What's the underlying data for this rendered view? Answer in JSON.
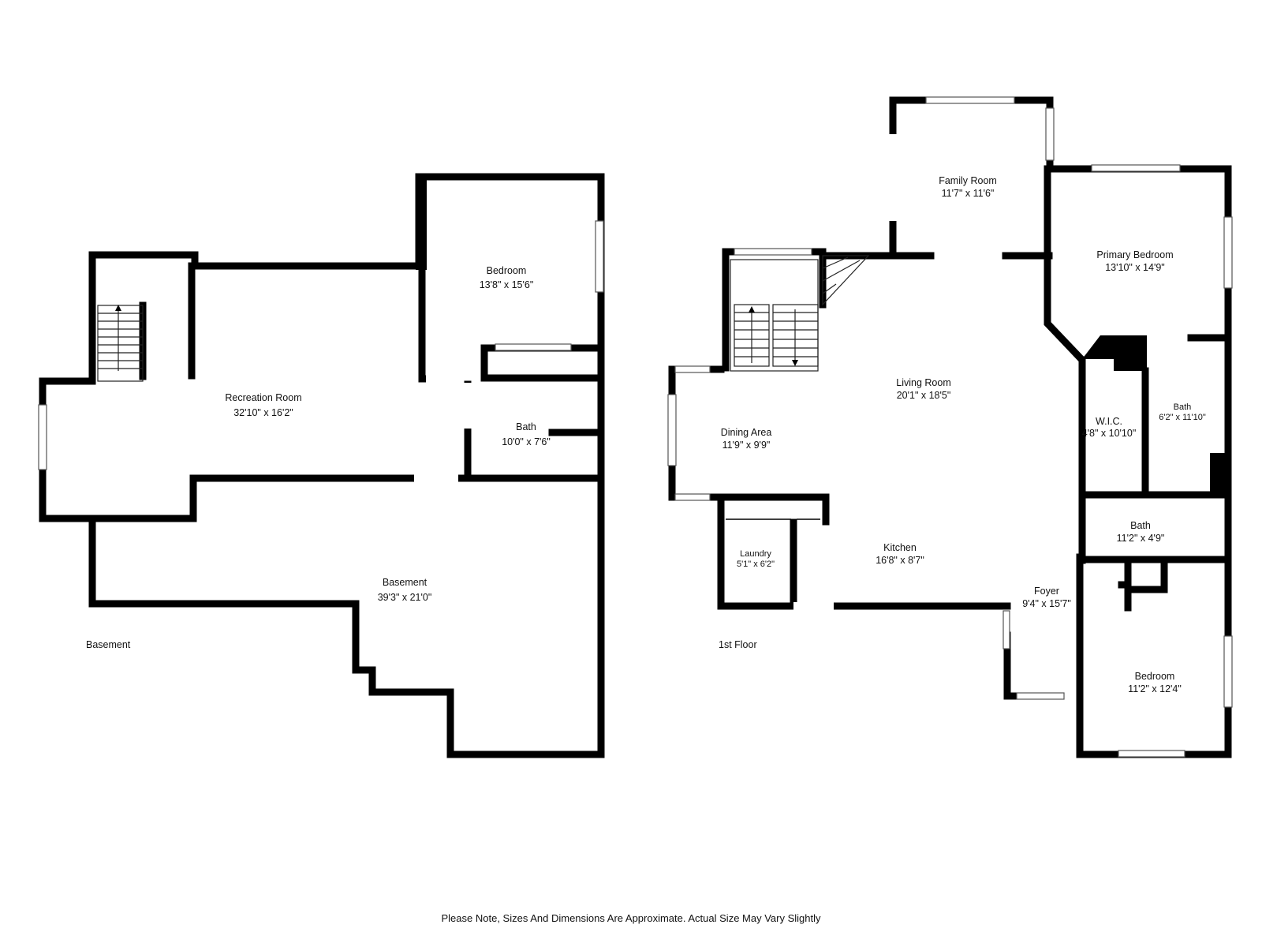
{
  "floors": [
    {
      "label": "Basement",
      "rooms": [
        {
          "name": "Bedroom",
          "dims": "13'8\" x 15'6\""
        },
        {
          "name": "Recreation Room",
          "dims": "32'10\" x 16'2\""
        },
        {
          "name": "Bath",
          "dims": "10'0\" x 7'6\""
        },
        {
          "name": "Basement",
          "dims": "39'3\" x 21'0\""
        }
      ]
    },
    {
      "label": "1st Floor",
      "rooms": [
        {
          "name": "Family Room",
          "dims": "11'7\" x 11'6\""
        },
        {
          "name": "Primary Bedroom",
          "dims": "13'10\" x 14'9\""
        },
        {
          "name": "Living Room",
          "dims": "20'1\" x 18'5\""
        },
        {
          "name": "Dining Area",
          "dims": "11'9\" x 9'9\""
        },
        {
          "name": "W.I.C.",
          "dims": "4'8\" x 10'10\""
        },
        {
          "name": "Bath",
          "dims": "6'2\" x 11'10\""
        },
        {
          "name": "Bath",
          "dims": "11'2\" x 4'9\""
        },
        {
          "name": "Laundry",
          "dims": "5'1\" x 6'2\""
        },
        {
          "name": "Kitchen",
          "dims": "16'8\" x 8'7\""
        },
        {
          "name": "Foyer",
          "dims": "9'4\" x 15'7\""
        },
        {
          "name": "Bedroom",
          "dims": "11'2\" x 12'4\""
        }
      ]
    }
  ],
  "footer_note": "Please Note, Sizes And Dimensions Are Approximate. Actual Size May Vary Slightly"
}
